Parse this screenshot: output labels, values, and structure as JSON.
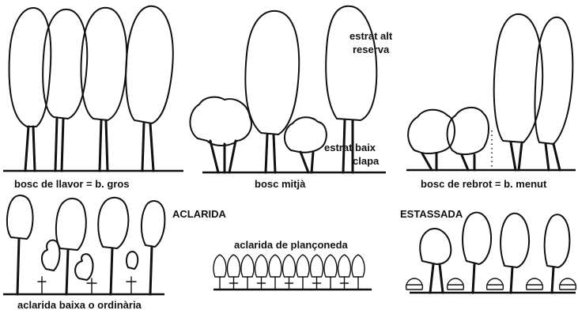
{
  "panels": {
    "llavor": {
      "label": "bosc de llavor = b. gros"
    },
    "mitja": {
      "label": "bosc mitjà",
      "upper_label_1": "estrat alt",
      "upper_label_2": "reserva",
      "lower_label_1": "estrat baix",
      "lower_label_2": "clapa"
    },
    "rebrot": {
      "label": "bosc de rebrot = b. menut"
    },
    "aclarida": {
      "heading": "ACLARIDA",
      "label_low": "aclarida baixa o ordinària",
      "label_planconeda": "aclarida de plançoneda"
    },
    "estassada": {
      "heading": "ESTASSADA"
    }
  }
}
